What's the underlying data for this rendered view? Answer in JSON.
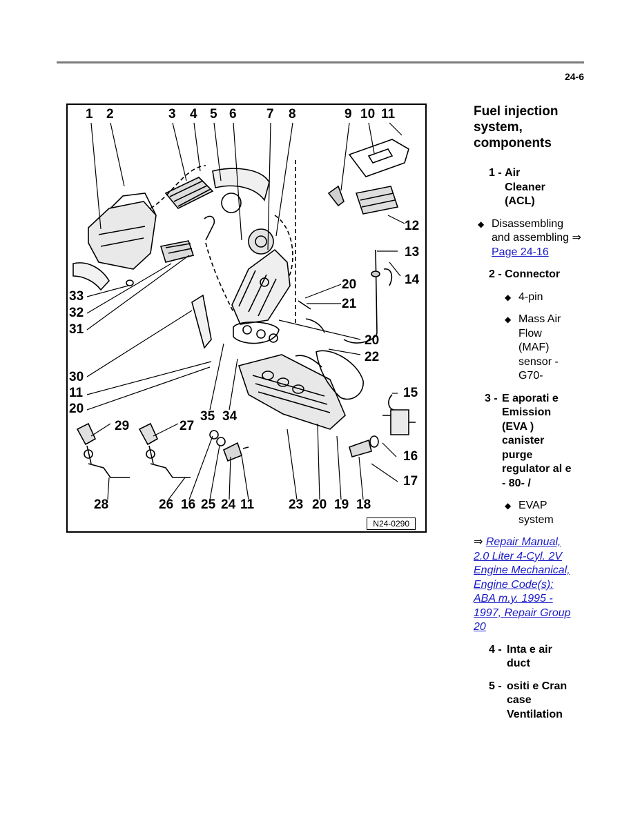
{
  "header": {
    "page_number": "24-6"
  },
  "figure": {
    "id": "N24-0290",
    "callouts": [
      "1",
      "2",
      "3",
      "4",
      "5",
      "6",
      "7",
      "8",
      "9",
      "10",
      "11",
      "12",
      "13",
      "14",
      "20",
      "21",
      "20",
      "22",
      "15",
      "16",
      "17",
      "18",
      "19",
      "20",
      "23",
      "11",
      "24",
      "25",
      "16",
      "26",
      "27",
      "28",
      "29",
      "35",
      "34",
      "20",
      "11",
      "30",
      "31",
      "32",
      "33"
    ]
  },
  "sidebar": {
    "title": "Fuel injection system, components",
    "items": [
      {
        "num": "1 -",
        "label": "Air Cleaner (ACL)"
      },
      {
        "bullet": "Disassembling and assembling ⇒",
        "link": "Page 24-16"
      },
      {
        "num": "2 -",
        "label": "Connector"
      },
      {
        "bullet": "4-pin"
      },
      {
        "bullet": "Mass Air Flow (MAF) sensor - G70-"
      },
      {
        "num": "3 -",
        "label": "E aporati e Emission (EVA ) canister purge regulator al e - 80- /"
      },
      {
        "bullet": "EVAP system"
      },
      {
        "ref_arrow": "⇒",
        "ref_link": "Repair Manual, 2.0 Liter 4-Cyl. 2V Engine Mechanical, Engine Code(s): ABA m.y. 1995 - 1997, Repair Group 20"
      },
      {
        "num": "4 -",
        "label": "Inta e air duct"
      },
      {
        "num": "5 -",
        "label": "ositi e Cran case Ventilation"
      }
    ]
  }
}
